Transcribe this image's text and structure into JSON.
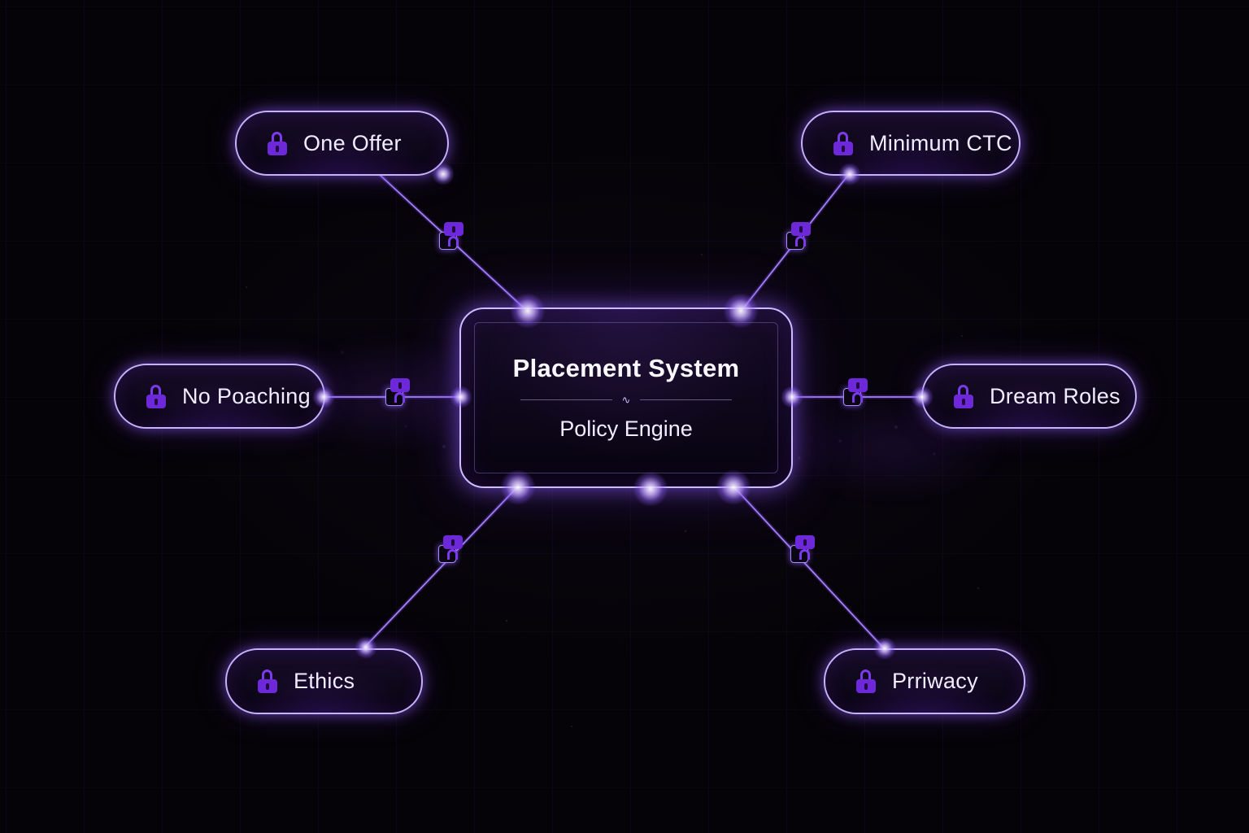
{
  "center": {
    "title": "Placement System",
    "subtitle": "Policy Engine",
    "divider_glyph": "∿"
  },
  "nodes": [
    {
      "id": "one-offer",
      "label": "One Offer"
    },
    {
      "id": "minimum-ctc",
      "label": "Minimum CTC"
    },
    {
      "id": "no-poaching",
      "label": "No Poaching"
    },
    {
      "id": "dream-roles",
      "label": "Dream Roles"
    },
    {
      "id": "ethics",
      "label": "Ethics"
    },
    {
      "id": "prriwacy",
      "label": "Prriwacy"
    }
  ],
  "icons": {
    "node_icon": "lock-icon",
    "connector_icon": "lock-badge-icon"
  },
  "colors": {
    "background": "#050307",
    "accent": "#8b5cf6",
    "border_glow": "#c9b8ff",
    "lock_purple": "#6d28d9",
    "text": "#f3efff"
  }
}
